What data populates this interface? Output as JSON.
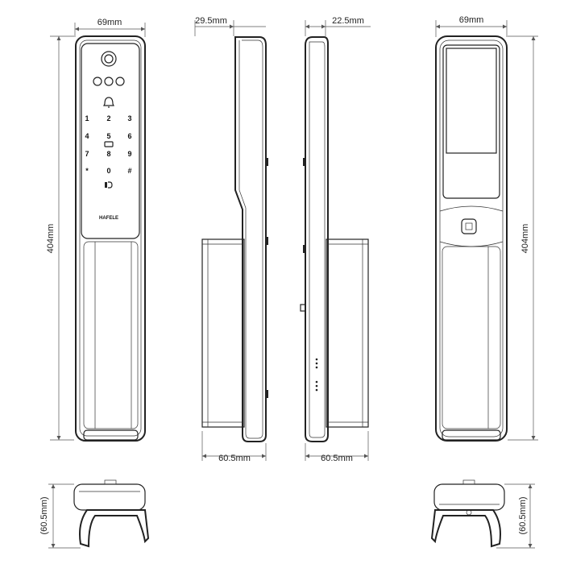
{
  "dimensions": {
    "front_width": "69mm",
    "back_width": "69mm",
    "side_depth_front": "29.5mm",
    "side_depth_back": "22.5mm",
    "height_left": "404mm",
    "height_right": "404mm",
    "bottom_width_left": "60.5mm",
    "bottom_width_right": "60.5mm",
    "top_view_left": "(60.5mm)",
    "top_view_right": "(60.5mm)"
  },
  "keypad": {
    "keys": [
      "1",
      "2",
      "3",
      "4",
      "5",
      "6",
      "7",
      "8",
      "9",
      "*",
      "0",
      "#"
    ]
  },
  "brand": "HAFELE",
  "icons": {
    "camera": "camera-icon",
    "bell": "bell-icon",
    "card": "card-icon",
    "fingerprint": "fingerprint-sensor-icon"
  }
}
